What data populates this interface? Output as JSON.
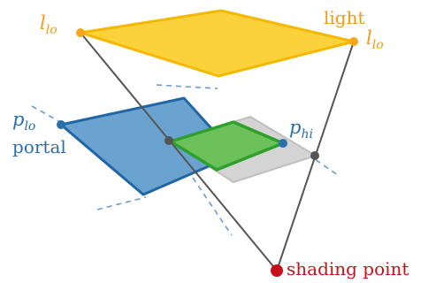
{
  "labels": {
    "light": "light",
    "l_main": "l",
    "l_sub": "lo",
    "p_main": "p",
    "p_lo_sub": "lo",
    "p_hi_sub": "hi",
    "portal": "portal",
    "shading_point": "shading point"
  },
  "colors": {
    "light_fill": "#fcd23c",
    "light_stroke": "#f5b800",
    "light_label": "#f29b13",
    "portal_fill": "#6aa3d0",
    "portal_stroke": "#2166a5",
    "portal_label": "#2a6fa8",
    "projection_fill": "#d4d4d4",
    "projection_stroke": "#c0c0c0",
    "overlap_fill": "#6cc15a",
    "overlap_stroke": "#2ea02c",
    "ray": "#555555",
    "dashed": "#6b9bcc",
    "shading_point": "#c8101a"
  }
}
